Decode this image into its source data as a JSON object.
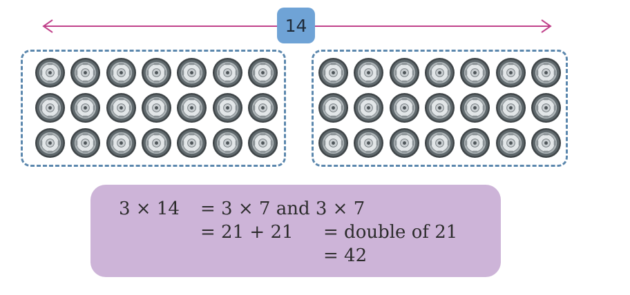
{
  "total_label": "14",
  "groups": [
    {
      "rows": 3,
      "cols": 7
    },
    {
      "rows": 3,
      "cols": 7
    }
  ],
  "equation": {
    "line1_lhs": "3 × 14",
    "line1_rhs": "= 3 × 7 and 3 × 7",
    "line2_rhs": "= 21 + 21",
    "line2_extra": "= double of 21",
    "line3_extra": "= 42"
  },
  "colors": {
    "arrow": "#c0418a",
    "badge": "#6fa3d6",
    "dashed_border": "#5b87ad",
    "equation_bg": "#cdb4d8"
  }
}
